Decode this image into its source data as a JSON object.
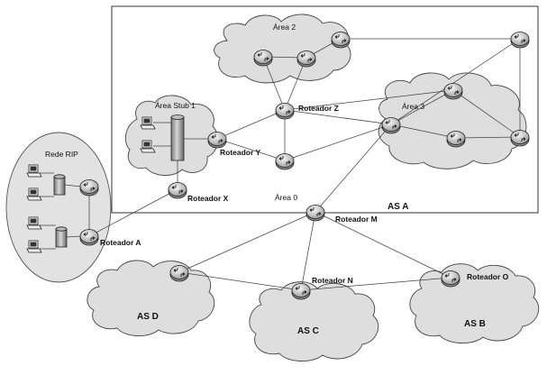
{
  "labels": {
    "area2": "Área 2",
    "area3": "Área 3",
    "area0": "Área 0",
    "area_stub1": "Área Stub 1",
    "rede_rip": "Rede RIP",
    "as_a": "AS A",
    "as_b": "AS B",
    "as_c": "AS C",
    "as_d": "AS D",
    "roteador_x": "Roteador X",
    "roteador_y": "Roteador Y",
    "roteador_z": "Roteador Z",
    "roteador_a": "Roteador A",
    "roteador_m": "Roteador M",
    "roteador_n": "Roteador N",
    "roteador_o": "Roteador O"
  },
  "icons": {
    "router": "router-icon",
    "computer": "computer-icon",
    "server": "server-icon",
    "cloud": "cloud-shape"
  },
  "colors": {
    "cloud_fill": "#dedede",
    "rip_fill": "#e2e2e2",
    "router_fill": "#e6e6e6",
    "line": "#444444"
  }
}
